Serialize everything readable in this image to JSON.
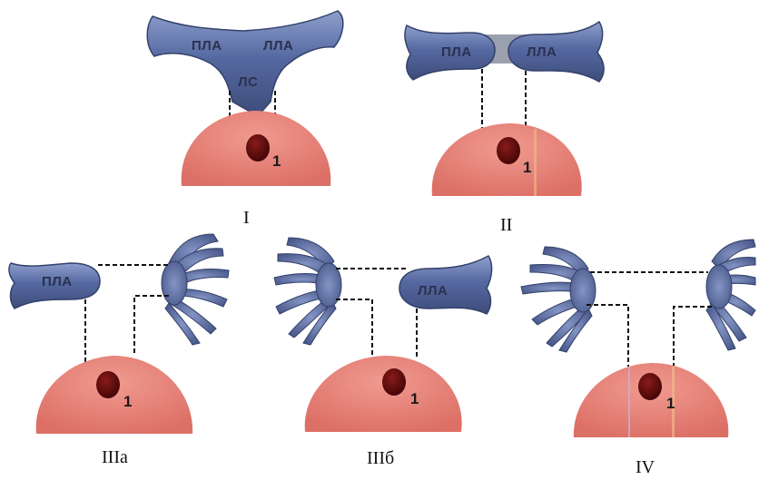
{
  "panels": [
    {
      "id": "I",
      "caption": "I",
      "labels": {
        "pla": "ПЛА",
        "lla": "ЛЛА",
        "ls": "ЛС"
      },
      "node": "1"
    },
    {
      "id": "II",
      "caption": "II",
      "labels": {
        "pla": "ПЛА",
        "lla": "ЛЛА"
      },
      "node": "1"
    },
    {
      "id": "IIIa",
      "caption": "IIIа",
      "labels": {
        "pla": "ПЛА"
      },
      "node": "1"
    },
    {
      "id": "IIIb",
      "caption": "IIIб",
      "labels": {
        "lla": "ЛЛА"
      },
      "node": "1"
    },
    {
      "id": "IV",
      "caption": "IV",
      "node": "1"
    }
  ],
  "colors": {
    "vessel": "#4a5c8c",
    "vessel_highlight": "#8fa0cc",
    "tissue": "#e27d73",
    "nucleus": "#5a0d0d",
    "connector": "#111111"
  }
}
